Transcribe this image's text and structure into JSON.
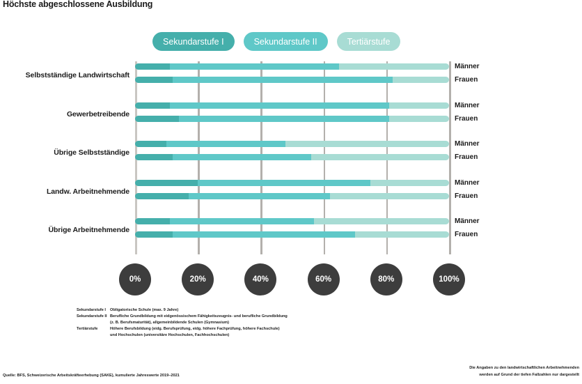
{
  "title": "Höchste abgeschlossene Ausbildung",
  "legend": {
    "items": [
      {
        "label": "Sekundarstufe I",
        "color": "#45afab"
      },
      {
        "label": "Sekundarstufe II",
        "color": "#5fc8c8"
      },
      {
        "label": "Tertiärstufe",
        "color": "#a8dcd4"
      }
    ]
  },
  "axis": {
    "ticks": [
      "0%",
      "20%",
      "40%",
      "60%",
      "80%",
      "100%"
    ],
    "tick_color": "#3d3d3d",
    "min": 0,
    "max": 100,
    "unit": "%"
  },
  "series_labels": [
    "Männer",
    "Frauen"
  ],
  "notes": [
    {
      "term": "Sekundarstufe I",
      "definition": "Obligatorische Schule (max. 9 Jahre)"
    },
    {
      "term": "Sekundarstufe II",
      "definition": "Berufliche Grundbildung mit eidgenössischem Fähigkeitszeugnis- und berufliche Grundbildung",
      "definition_line2": "(z. B. Berufsmaturität), allgemeinbildende Schulen (Gymnasium)"
    },
    {
      "term": "Tertiärstufe",
      "definition": "Höhere Berufsbildung (eidg. Berufsprüfung, eidg. höhere Fachprüfung, höhere Fachschule)",
      "definition_line2": "und Hochschulen (universitäre Hochschulen, Fachhochschulen)"
    }
  ],
  "source": "Quelle: BFS, Schweizerische Arbeitskräfteerhebung (SAKE), kumulierte Jahreswerte 2019–2021",
  "credit": "Die Angaben zu den landwirtschaftlichen Arbeitnehmenden\nwerden auf Grund der tiefen Fallzahlen nur dargestellt",
  "chart_data": {
    "type": "bar",
    "orientation": "horizontal",
    "stacked": true,
    "stack_total": 100,
    "title": "Höchste abgeschlossene Ausbildung",
    "xlabel": "",
    "ylabel": "",
    "xlim": [
      0,
      100
    ],
    "xticks": [
      0,
      20,
      40,
      60,
      80,
      100
    ],
    "grid": true,
    "legend_position": "top",
    "segment_names": [
      "Sekundarstufe I",
      "Sekundarstufe II",
      "Tertiärstufe"
    ],
    "segment_colors": [
      "#45afab",
      "#5fc8c8",
      "#a8dcd4"
    ],
    "categories": [
      "Selbstständige Landwirtschaft",
      "Gewerbetreibende",
      "Übrige Selbstständige",
      "Landw. Arbeitnehmende",
      "Übrige Arbeitnehmende"
    ],
    "groups": [
      {
        "category": "Selbstständige Landwirtschaft",
        "bars": [
          {
            "label": "Männer",
            "values": [
              11,
              54,
              35
            ]
          },
          {
            "label": "Frauen",
            "values": [
              12,
              70,
              18
            ]
          }
        ]
      },
      {
        "category": "Gewerbetreibende",
        "bars": [
          {
            "label": "Männer",
            "values": [
              11,
              70,
              19
            ]
          },
          {
            "label": "Frauen",
            "values": [
              14,
              67,
              19
            ]
          }
        ]
      },
      {
        "category": "Übrige Selbstständige",
        "bars": [
          {
            "label": "Männer",
            "values": [
              10,
              38,
              52
            ]
          },
          {
            "label": "Frauen",
            "values": [
              12,
              44,
              44
            ]
          }
        ]
      },
      {
        "category": "Landw. Arbeitnehmende",
        "bars": [
          {
            "label": "Männer",
            "values": [
              20,
              55,
              25
            ]
          },
          {
            "label": "Frauen",
            "values": [
              17,
              45,
              38
            ]
          }
        ]
      },
      {
        "category": "Übrige Arbeitnehmende",
        "bars": [
          {
            "label": "Männer",
            "values": [
              11,
              46,
              43
            ]
          },
          {
            "label": "Frauen",
            "values": [
              12,
              58,
              30
            ]
          }
        ]
      }
    ]
  }
}
